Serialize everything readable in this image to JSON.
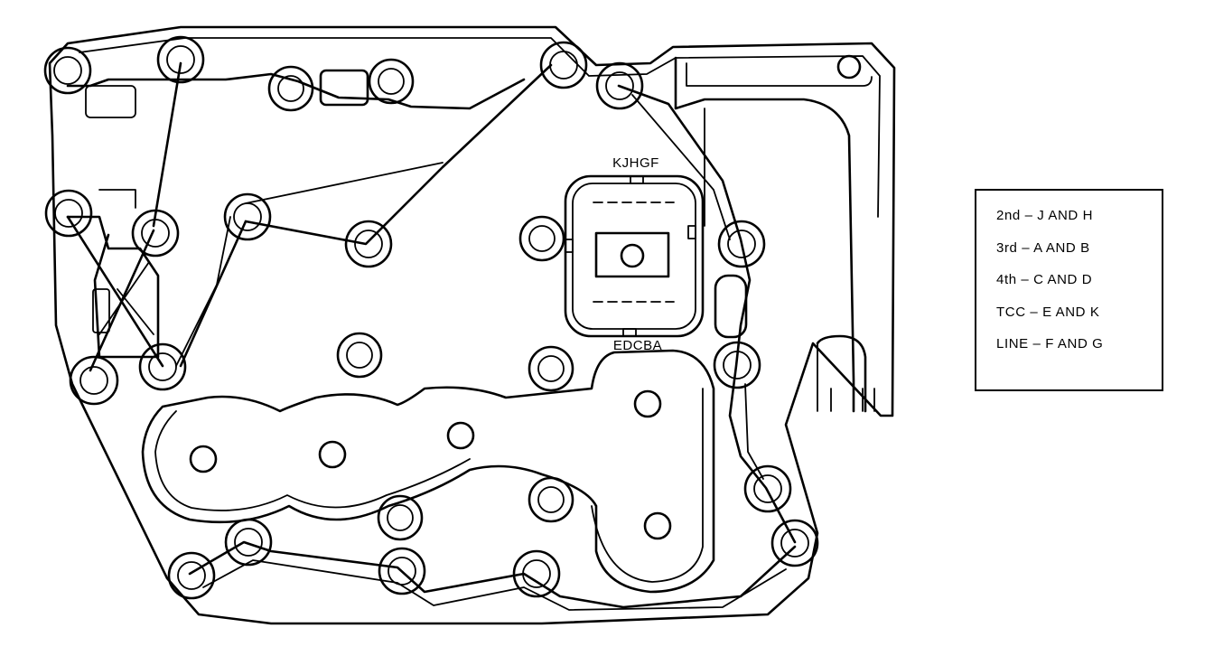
{
  "connector": {
    "top_label": "KJHGF",
    "bottom_label": "EDCBA"
  },
  "legend": {
    "entries": [
      "2nd  –  J AND H",
      "3rd  –  A AND B",
      "4th  –  C AND D",
      "TCC  –  E AND K",
      "LINE  –  F AND G"
    ]
  }
}
